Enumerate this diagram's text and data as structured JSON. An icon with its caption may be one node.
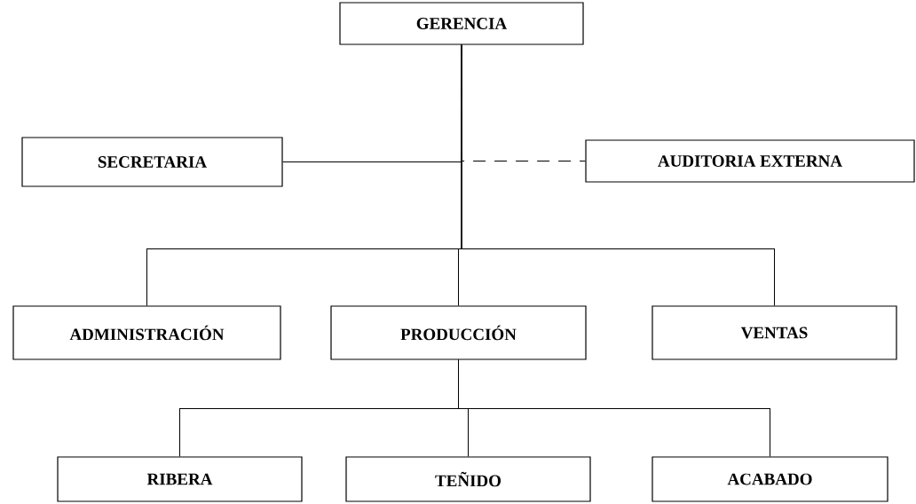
{
  "diagram": {
    "nodes": [
      {
        "text": [
          "GERENCIA"
        ]
      },
      {
        "text": [
          "SECRETARIA"
        ]
      },
      {
        "text": [
          "AUDITORIA EXTERNA"
        ]
      },
      {
        "text": [
          "ADMINISTRACIÓN"
        ]
      },
      {
        "text": [
          "PRODUCCIÓN"
        ]
      },
      {
        "text": [
          "VENTAS"
        ]
      },
      {
        "text": [
          "RIBERA"
        ]
      },
      {
        "text": [
          "TEÑIDO"
        ]
      },
      {
        "text": [
          "ACABADO"
        ]
      }
    ],
    "edges": [
      {
        "from": 0,
        "to": 1,
        "arrow": "none"
      },
      {
        "from": 0,
        "to": 2,
        "arrow": "none",
        "style": "dashed"
      },
      {
        "from": 0,
        "to": 3,
        "arrow": "none"
      },
      {
        "from": 0,
        "to": 4,
        "arrow": "none"
      },
      {
        "from": 0,
        "to": 5,
        "arrow": "none"
      },
      {
        "from": 4,
        "to": 6,
        "arrow": "none"
      },
      {
        "from": 4,
        "to": 7,
        "arrow": "none"
      },
      {
        "from": 4,
        "to": 8,
        "arrow": "none"
      }
    ]
  }
}
